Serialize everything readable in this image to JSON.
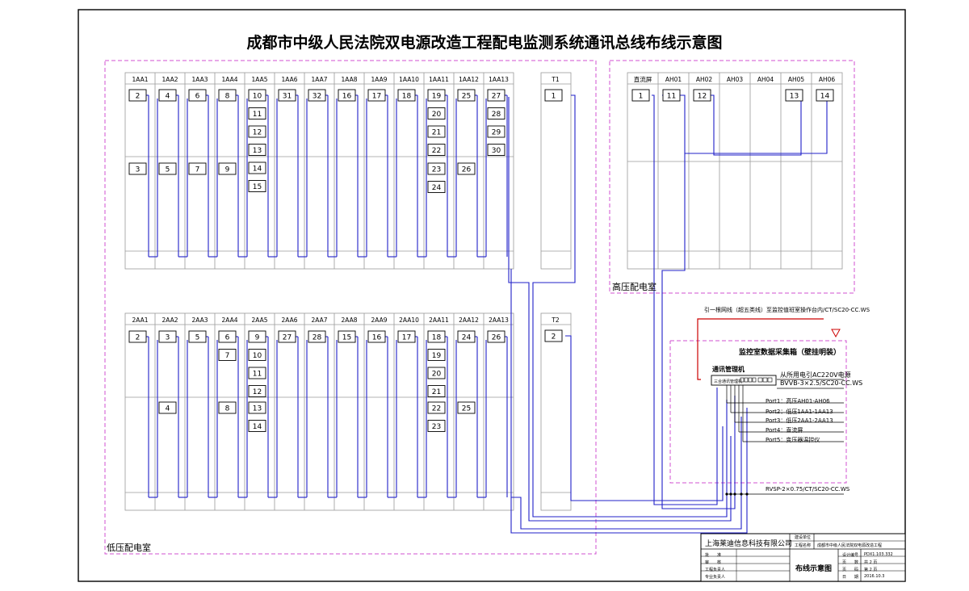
{
  "title": "成都市中级人民法院双电源改造工程配电监测系统通讯总线布线示意图",
  "rooms": {
    "low_voltage": "低压配电室",
    "high_voltage": "高压配电室",
    "monitor_box": "监控室数据采集箱（壁挂明装）"
  },
  "low_row1": {
    "cabinets": [
      "1AA1",
      "1AA2",
      "1AA3",
      "1AA4",
      "1AA5",
      "1AA6",
      "1AA7",
      "1AA8",
      "1AA9",
      "1AA10",
      "1AA11",
      "1AA12",
      "1AA13"
    ],
    "upper": [
      [
        "2"
      ],
      [
        "4"
      ],
      [
        "6"
      ],
      [
        "8"
      ],
      [
        "10",
        "11",
        "12",
        "13",
        "14",
        "15"
      ],
      [
        "31"
      ],
      [
        "32"
      ],
      [
        "16"
      ],
      [
        "17"
      ],
      [
        "18"
      ],
      [
        "19",
        "20",
        "21",
        "22"
      ],
      [
        "25"
      ],
      [
        "27",
        "28",
        "29",
        "30"
      ]
    ],
    "lower": [
      [
        "3"
      ],
      [
        "5"
      ],
      [
        "7"
      ],
      [
        "9"
      ],
      [],
      [],
      [],
      [],
      [],
      [],
      [
        "23",
        "24"
      ],
      [
        "26"
      ],
      []
    ]
  },
  "low_row2": {
    "cabinets": [
      "2AA1",
      "2AA2",
      "2AA3",
      "2AA4",
      "2AA5",
      "2AA6",
      "2AA7",
      "2AA8",
      "2AA9",
      "2AA10",
      "2AA11",
      "2AA12",
      "2AA13"
    ],
    "upper": [
      [
        "2"
      ],
      [
        "3"
      ],
      [
        "5"
      ],
      [
        "6",
        "7"
      ],
      [
        "9",
        "10",
        "11",
        "12"
      ],
      [
        "27"
      ],
      [
        "28"
      ],
      [
        "15"
      ],
      [
        "16"
      ],
      [
        "17"
      ],
      [
        "18",
        "19",
        "20",
        "21"
      ],
      [
        "24"
      ],
      [
        "26"
      ]
    ],
    "lower": [
      [],
      [
        "4"
      ],
      [],
      [
        "8"
      ],
      [
        "13",
        "14"
      ],
      [],
      [],
      [],
      [],
      [],
      [
        "22",
        "23"
      ],
      [
        "25"
      ],
      []
    ]
  },
  "transformers": {
    "t1": {
      "name": "T1",
      "module": "1"
    },
    "t2": {
      "name": "T2",
      "module": "2"
    }
  },
  "high_voltage": {
    "cabinets": [
      "直流屏",
      "AH01",
      "AH02",
      "AH03",
      "AH04",
      "AH05",
      "AH06"
    ],
    "modules": [
      "1",
      "11",
      "12",
      "",
      "",
      "13",
      "14"
    ]
  },
  "monitor": {
    "network_note": "引一根网线（超五类线）至监控值班室操作台内/CT/SC20-CC.WS",
    "comm_manager": "通讯管理机",
    "device_label": "三合通讯管理机",
    "power_line1": "从所用电引AC220V电源",
    "power_line2": "BVVB-3×2.5/SC20-CC.WS",
    "ports": [
      "Port1：高压AH01-AH06",
      "Port2：低压1AA1-1AA13",
      "Port3：低压2AA1-2AA13",
      "Port4：直流屏",
      "Port5：变压器温控仪"
    ],
    "bus_cable": "RVSP-2×0.75/CT/SC20-CC.WS"
  },
  "title_block": {
    "company": "上海莱迪信息科技有限公司",
    "drawing_name": "布线示意图",
    "project_label1": "建设单位",
    "project_label2": "工程名称",
    "project_value": "成都市中级人民法院双电源改造工程",
    "roles": [
      "批　　准",
      "审　　核",
      "工程负责人",
      "专业负责人"
    ],
    "right_labels": [
      "设计编号",
      "页　　数",
      "页　　码",
      "日　　期"
    ],
    "right_values": [
      "PDX1.103.332",
      "共 2 页",
      "第 2 页",
      "2016.10.3"
    ]
  },
  "colors": {
    "bus_line": "#2020c8",
    "enclosure": "#d050d0",
    "network_line": "#cc0000",
    "frame": "#000000",
    "grid": "#9a9a9a"
  }
}
